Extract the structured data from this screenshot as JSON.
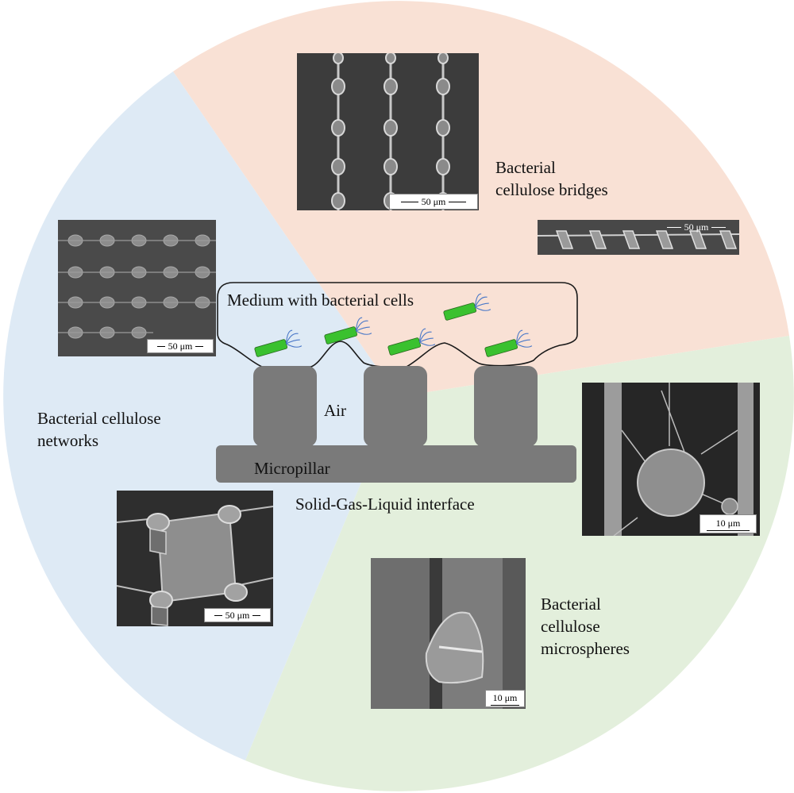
{
  "colors": {
    "sector_bridges": "#f9e1d5",
    "sector_networks": "#deeaf5",
    "sector_microspheres": "#e3efdc",
    "pillar_gray": "#7a7a7a",
    "bacteria_green": "#3ac12f",
    "flagella_blue": "#4a78c8"
  },
  "diagram": {
    "medium_label": "Medium with bacterial cells",
    "air_label": "Air",
    "micropillar_label": "Micropillar",
    "interface_label": "Solid-Gas-Liquid interface"
  },
  "sectors": {
    "bridges": {
      "line1": "Bacterial",
      "line2": "cellulose bridges"
    },
    "networks": {
      "line1": "Bacterial cellulose",
      "line2": "networks"
    },
    "microspheres": {
      "line1": "Bacterial",
      "line2": "cellulose",
      "line3": "microspheres"
    }
  },
  "micrographs": {
    "bridges_top": {
      "scale": "50 μm"
    },
    "bridges_side": {
      "scale": "50 μm"
    },
    "networks_top": {
      "scale": "50 μm"
    },
    "networks_oblique": {
      "scale": "50 μm"
    },
    "microsphere_large": {
      "scale": "10 μm"
    },
    "microsphere_small": {
      "scale": "10 μm"
    }
  }
}
